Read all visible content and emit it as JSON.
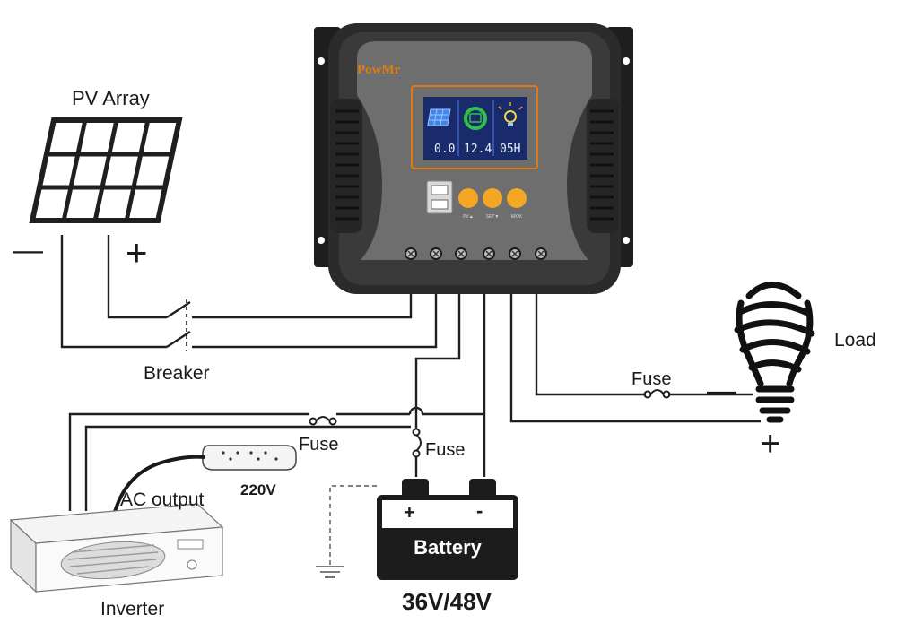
{
  "diagram": {
    "controller": {
      "brand": "PowMr",
      "lcd": {
        "pv_value": "0.0",
        "battery_value": "12.4",
        "load_value": "05H"
      },
      "buttons": [
        "PV▲",
        "SET▼",
        "M/OK"
      ]
    },
    "labels": {
      "pv_array": "PV Array",
      "pv_minus": "—",
      "pv_plus": "+",
      "breaker": "Breaker",
      "load": "Load",
      "load_fuse": "Fuse",
      "load_minus": "—",
      "load_plus": "+",
      "inverter_fuse": "Fuse",
      "battery_fuse": "Fuse",
      "ac_output": "AC output",
      "socket_voltage": "220V",
      "battery_plus": "+",
      "battery_minus": "-",
      "battery": "Battery",
      "battery_voltage": "36V/48V",
      "inverter": "Inverter"
    },
    "colors": {
      "controller_body": "#2b2b2b",
      "panel_grey": "#6e6e6e",
      "lcd_background": "#1a2b6b",
      "button_orange": "#f5a623",
      "accent_orange": "#e07b12",
      "battery_body": "#1c1c1c"
    }
  }
}
